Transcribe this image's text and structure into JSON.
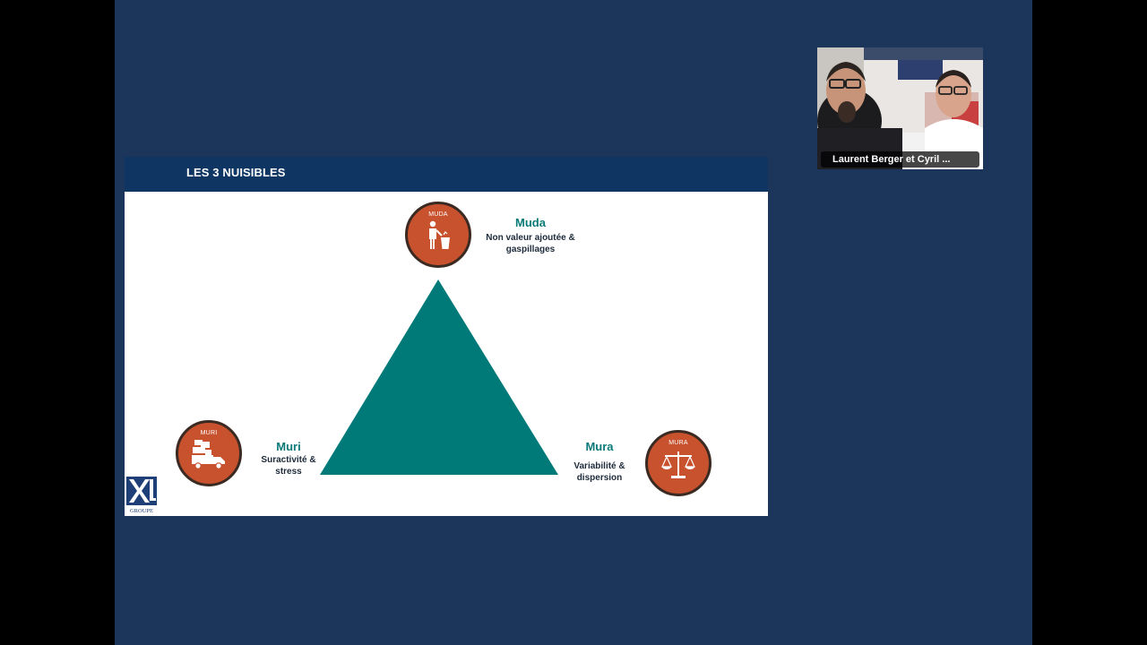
{
  "slide": {
    "title": "LES 3 NUISIBLES",
    "muda": {
      "badge": "MUDA",
      "term": "Muda",
      "desc_line1": "Non valeur ajoutée &",
      "desc_line2": "gaspillages",
      "icon": "trash-person-icon"
    },
    "muri": {
      "badge": "MURI",
      "term": "Muri",
      "desc_line1": "Suractivité &",
      "desc_line2": "stress",
      "icon": "overloaded-truck-icon"
    },
    "mura": {
      "badge": "MURA",
      "term": "Mura",
      "desc_line1": "Variabilité &",
      "desc_line2": "dispersion",
      "icon": "scales-icon"
    },
    "logo": {
      "brand": "XL",
      "sub": "GROUPE"
    }
  },
  "video": {
    "caption": "Laurent Berger et Cyril ..."
  },
  "colors": {
    "background": "#1c365b",
    "header": "#0f3562",
    "triangle": "#007a78",
    "badge": "#c8512e",
    "term": "#0a7a78"
  }
}
